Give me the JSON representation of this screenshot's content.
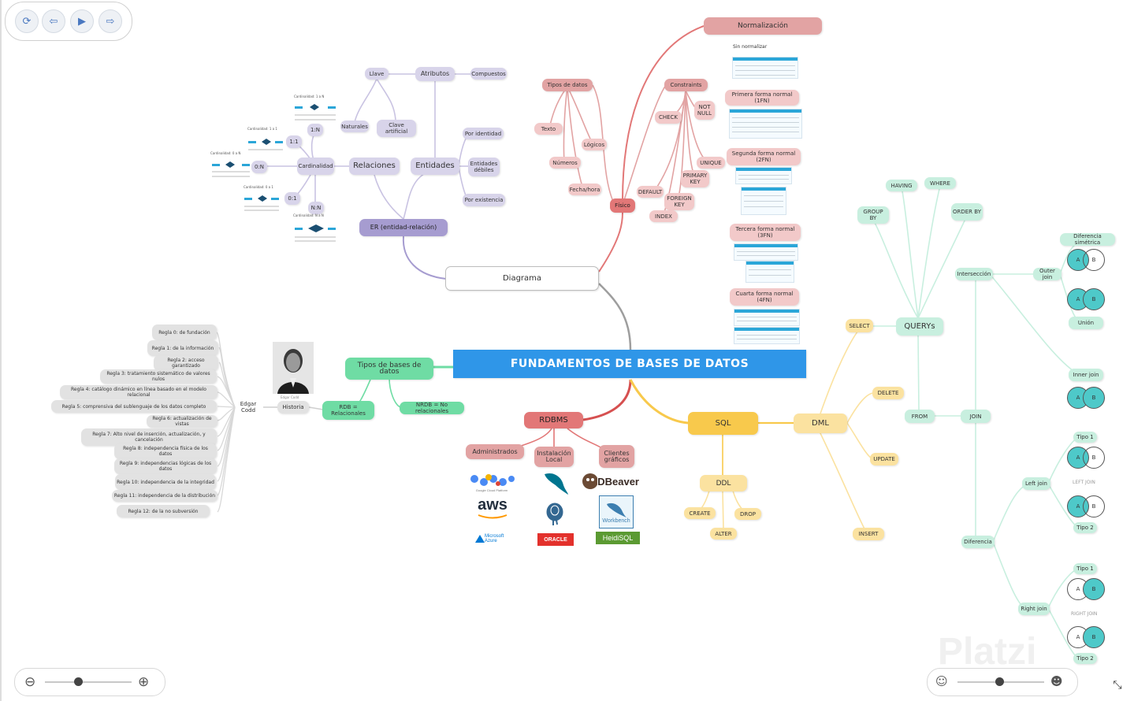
{
  "toolbar": {
    "refresh_icon": "refresh-icon",
    "back_icon": "arrow-left-icon",
    "play_icon": "play-icon",
    "forward_icon": "arrow-right-icon"
  },
  "center": {
    "title": "FUNDAMENTOS DE BASES DE DATOS"
  },
  "diagrama": {
    "label": "Diagrama",
    "er": "ER (entidad-relación)",
    "relaciones": "Relaciones",
    "entidades": "Entidades",
    "atributos": "Atributos",
    "llave": "Llave",
    "compuestos": "Compuestos",
    "naturales": "Naturales",
    "clave_artificial": "Clave artificial",
    "por_identidad": "Por identidad",
    "entidades_debiles": "Entidades débiles",
    "por_existencia": "Por existencia",
    "cardinalidad": "Cardinalidad",
    "card_1n": "1:N",
    "card_11": "1:1",
    "card_0n": "0:N",
    "card_01": "0:1",
    "card_nn": "N:N",
    "cap_1n": "Cardinalidad: 1 a N",
    "cap_11": "Cardinalidad: 1 a 1",
    "cap_0n": "Cardinalidad: 0 a N",
    "cap_01": "Cardinalidad: 0 a 1",
    "cap_nn": "Cardinalidad: N a N"
  },
  "fisico": {
    "label": "Físico",
    "tipos_datos": "Tipos de datos",
    "texto": "Texto",
    "numeros": "Números",
    "logicos": "Lógicos",
    "fecha_hora": "Fecha/hora",
    "constraints": "Constraints",
    "not_null": "NOT NULL",
    "check": "CHECK",
    "unique": "UNIQUE",
    "primary_key": "PRIMARY KEY",
    "foreign_key": "FOREIGN KEY",
    "default": "DEFAULT",
    "index": "INDEX"
  },
  "normalizacion": {
    "label": "Normalización",
    "sin_normalizar": "Sin normalizar",
    "fn1": "Primera forma normal (1FN)",
    "fn2": "Segunda forma normal (2FN)",
    "fn3": "Tercera forma normal (3FN)",
    "fn4": "Cuarta forma normal (4FN)"
  },
  "tipos_bd": {
    "label": "Tipos de bases de datos",
    "rdb": "RDB = Relacionales",
    "nrdb": "NRDB = No relacionales",
    "historia": "Historia",
    "edgar": "Edgar Codd",
    "photo_caption": "Edgar Codd",
    "reglas": [
      "Regla 0: de fundación",
      "Regla 1: de la información",
      "Regla 2: acceso garantizado",
      "Regla 3: tratamiento sistemático de valores nulos",
      "Regla 4: catálogo dinámico en línea basado en el modelo relacional",
      "Regla 5: comprensiva del sublenguaje de los datos completo",
      "Regla 6: actualización de vistas",
      "Regla 7: Alto nivel de inserción, actualización, y cancelación",
      "Regla 8: independencia física de los datos",
      "Regla 9: independencias lógicas de los datos",
      "Regla 10: independencia de la integridad",
      "Regla 11: independencia de la distribución",
      "Regla 12: de la no subversión"
    ]
  },
  "rdbms": {
    "label": "RDBMS",
    "administrados": "Administrados",
    "instalacion_local": "Instalación Local",
    "clientes_graficos": "Clientes gráficos",
    "logo_gcloud": "Google Cloud Platform",
    "logo_aws": "aws",
    "logo_azure": "Microsoft Azure",
    "logo_oracle": "ORACLE",
    "logo_dbeaver": "DBeaver",
    "logo_workbench": "Workbench",
    "logo_heidisql": "HeidiSQL"
  },
  "sql": {
    "label": "SQL",
    "ddl": "DDL",
    "create": "CREATE",
    "drop": "DROP",
    "alter": "ALTER",
    "dml": "DML",
    "select": "SELECT",
    "delete": "DELETE",
    "update": "UPDATE",
    "insert": "INSERT"
  },
  "queries": {
    "label": "QUERYs",
    "group_by": "GROUP BY",
    "having": "HAVING",
    "where": "WHERE",
    "order_by": "ORDER BY",
    "from": "FROM",
    "join": "JOIN",
    "interseccion": "Intersección",
    "outer_join": "Outer join",
    "diferencia_simetrica": "Diferencia simétrica",
    "union": "Unión",
    "inner_join": "Inner join",
    "diferencia": "Diferencia",
    "left_join": "Left join",
    "right_join": "Right join",
    "tipo1": "Tipo 1",
    "tipo2": "Tipo 2",
    "left_join_caption": "LEFT JOIN",
    "right_join_caption": "RIGHT JOIN",
    "venn_a": "A",
    "venn_b": "B"
  },
  "watermark": "Platzi",
  "colors": {
    "purple": "#a69cd0",
    "red": "#e27777",
    "green": "#6fdca4",
    "yellow": "#f8c94c",
    "blue": "#2f96e8",
    "venn_fill": "#4ec9c9"
  }
}
